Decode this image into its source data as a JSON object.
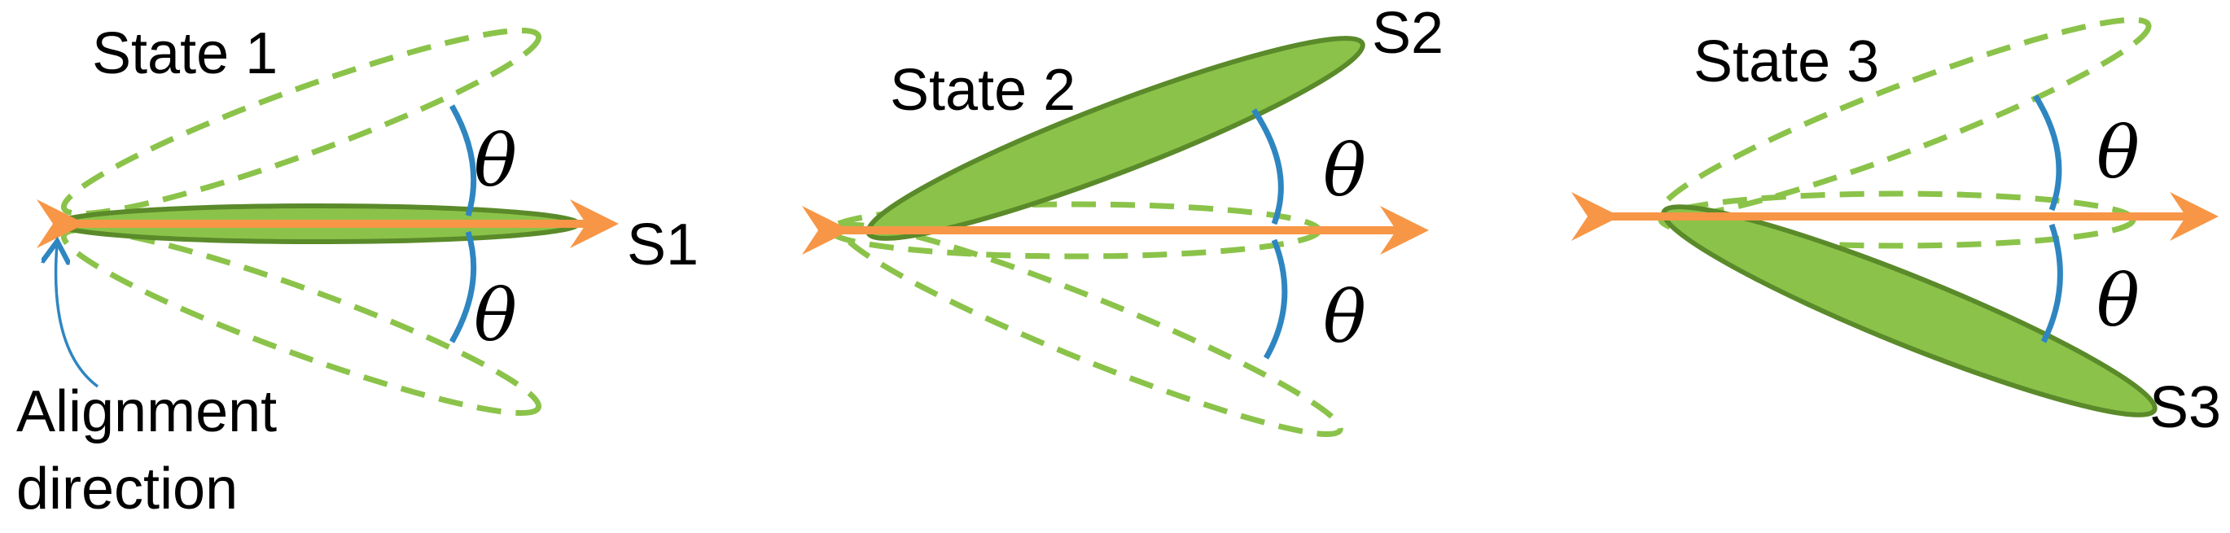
{
  "panels": [
    {
      "state_label": "State 1",
      "axis_label": "S1",
      "theta_top": "θ",
      "theta_bottom": "θ"
    },
    {
      "state_label": "State 2",
      "axis_label": "S2",
      "theta_top": "θ",
      "theta_bottom": "θ"
    },
    {
      "state_label": "State 3",
      "axis_label": "S3",
      "theta_top": "θ",
      "theta_bottom": "θ"
    }
  ],
  "annotation": {
    "line1": "Alignment",
    "line2": "direction"
  },
  "colors": {
    "leaf_fill": "#8bc34a",
    "leaf_stroke": "#5a8a2a",
    "dashed": "#8bc34a",
    "arrow": "#f79646",
    "arc": "#2e86c1"
  }
}
